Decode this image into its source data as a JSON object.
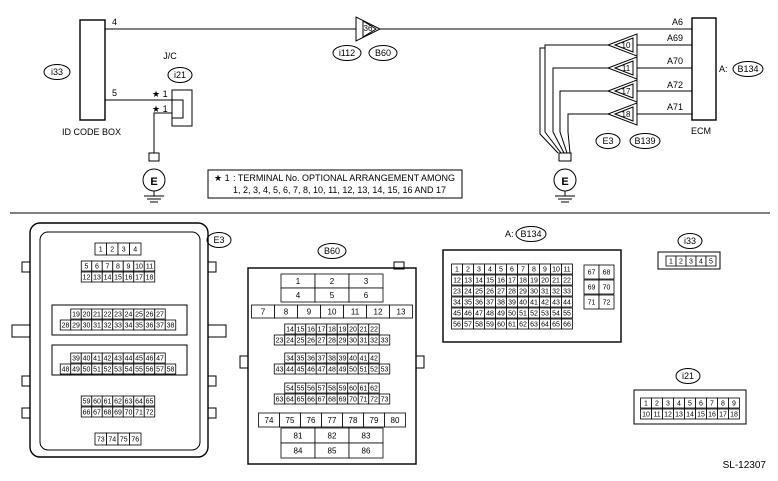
{
  "diagram": {
    "id_code_box": {
      "label": "ID CODE BOX",
      "connector": "i33",
      "pins": [
        "4",
        "5"
      ]
    },
    "jc": {
      "label": "J/C",
      "connector": "i21",
      "terminals": [
        "★ 1",
        "★ 1"
      ]
    },
    "harness_connector": {
      "pin": "36",
      "codes": [
        "i112",
        "B60"
      ]
    },
    "ecm": {
      "label": "ECM",
      "prefix": "A:",
      "connector": "B134",
      "pins": [
        "A6",
        "A69",
        "A70",
        "A72",
        "A71"
      ],
      "connector2": "B139",
      "e3": "E3",
      "ground_pins": [
        "10",
        "11",
        "17",
        "18"
      ]
    },
    "ground_label": "E",
    "note": {
      "star": "★ 1",
      "line1": ": TERMINAL No. OPTIONAL ARRANGEMENT AMONG",
      "line2": "1, 2, 3, 4, 5, 6, 7, 8, 10, 11, 12, 13, 14, 15, 16 AND 17"
    }
  },
  "connectors": {
    "e3": {
      "code": "E3",
      "rows": [
        [
          "1",
          "2",
          "3",
          "4"
        ],
        [
          "5",
          "6",
          "7",
          "8",
          "9",
          "10",
          "11"
        ],
        [
          "12",
          "13",
          "14",
          "15",
          "16",
          "17",
          "18"
        ],
        [
          "19",
          "20",
          "21",
          "22",
          "23",
          "24",
          "25",
          "26",
          "27"
        ],
        [
          "28",
          "29",
          "30",
          "31",
          "32",
          "33",
          "34",
          "35",
          "36",
          "37",
          "38"
        ],
        [
          "39",
          "40",
          "41",
          "42",
          "43",
          "44",
          "45",
          "46",
          "47"
        ],
        [
          "48",
          "49",
          "50",
          "51",
          "52",
          "53",
          "54",
          "55",
          "56",
          "57",
          "58"
        ],
        [
          "59",
          "60",
          "61",
          "62",
          "63",
          "64",
          "65"
        ],
        [
          "66",
          "67",
          "68",
          "69",
          "70",
          "71",
          "72"
        ],
        [
          "73",
          "74",
          "75",
          "76"
        ]
      ]
    },
    "b60": {
      "code": "B60",
      "rows": [
        [
          "1",
          "2",
          "3"
        ],
        [
          "4",
          "5",
          "6"
        ],
        [
          "7",
          "8",
          "9",
          "10",
          "11",
          "12",
          "13"
        ],
        [
          "14",
          "15",
          "16",
          "17",
          "18",
          "19",
          "20",
          "21",
          "22"
        ],
        [
          "23",
          "24",
          "25",
          "26",
          "27",
          "28",
          "29",
          "30",
          "31",
          "32",
          "33"
        ],
        [
          "34",
          "35",
          "36",
          "37",
          "38",
          "39",
          "40",
          "41",
          "42"
        ],
        [
          "43",
          "44",
          "45",
          "46",
          "47",
          "48",
          "49",
          "50",
          "51",
          "52",
          "53"
        ],
        [
          "54",
          "55",
          "56",
          "57",
          "58",
          "59",
          "60",
          "61",
          "62"
        ],
        [
          "63",
          "64",
          "65",
          "66",
          "67",
          "68",
          "69",
          "70",
          "71",
          "72",
          "73"
        ],
        [
          "74",
          "75",
          "76",
          "77",
          "78",
          "79",
          "80"
        ],
        [
          "81",
          "82",
          "83"
        ],
        [
          "84",
          "85",
          "86"
        ]
      ]
    },
    "b134": {
      "prefix": "A:",
      "code": "B134",
      "rows": [
        [
          "1",
          "2",
          "3",
          "4",
          "5",
          "6",
          "7",
          "8",
          "9",
          "10",
          "11"
        ],
        [
          "12",
          "13",
          "14",
          "15",
          "16",
          "17",
          "18",
          "19",
          "20",
          "21",
          "22"
        ],
        [
          "23",
          "24",
          "25",
          "26",
          "27",
          "28",
          "29",
          "30",
          "31",
          "32",
          "33"
        ],
        [
          "34",
          "35",
          "36",
          "37",
          "38",
          "39",
          "40",
          "41",
          "42",
          "43",
          "44"
        ],
        [
          "45",
          "46",
          "47",
          "48",
          "49",
          "50",
          "51",
          "52",
          "53",
          "54",
          "55"
        ],
        [
          "56",
          "57",
          "58",
          "59",
          "60",
          "61",
          "62",
          "63",
          "64",
          "65",
          "66"
        ]
      ],
      "side": [
        [
          "67",
          "68"
        ],
        [
          "69",
          "70"
        ],
        [
          "71",
          "72"
        ]
      ]
    },
    "i33": {
      "code": "i33",
      "pins": [
        "1",
        "2",
        "3",
        "4",
        "5"
      ]
    },
    "i21": {
      "code": "i21",
      "rows": [
        [
          "1",
          "2",
          "3",
          "4",
          "5",
          "6",
          "7",
          "8",
          "9"
        ],
        [
          "10",
          "11",
          "12",
          "13",
          "14",
          "15",
          "16",
          "17",
          "18"
        ]
      ]
    }
  },
  "footer": {
    "code": "SL-12307"
  }
}
